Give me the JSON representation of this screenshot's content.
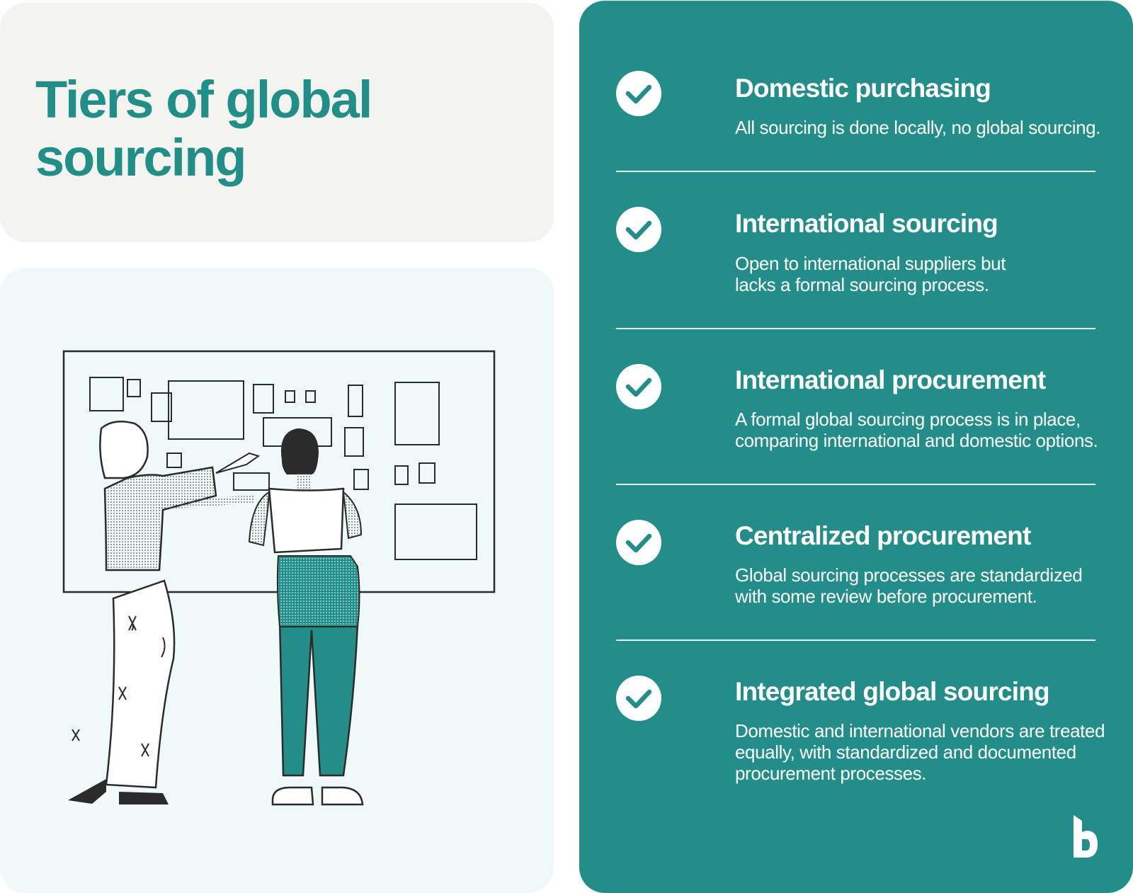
{
  "title": "Tiers of global sourcing",
  "colors": {
    "teal": "#238e89",
    "title_teal": "#218f88",
    "title_card_bg": "#f3f3ef",
    "illustration_bg": "#eef9f8",
    "check_fill": "#ffffff"
  },
  "illustration": {
    "description_icon": "two-people-at-board-illustration"
  },
  "tiers": [
    {
      "icon": "check-circle-icon",
      "heading": "Domestic purchasing",
      "description": "All sourcing is done locally, no global sourcing."
    },
    {
      "icon": "check-circle-icon",
      "heading": "International sourcing",
      "description": "Open to international suppliers but lacks a formal sourcing process."
    },
    {
      "icon": "check-circle-icon",
      "heading": "International procurement",
      "description": "A formal global sourcing process is in place, comparing international and domestic options."
    },
    {
      "icon": "check-circle-icon",
      "heading": "Centralized procurement",
      "description": "Global sourcing processes are standardized with some review before procurement."
    },
    {
      "icon": "check-circle-icon",
      "heading": "Integrated global sourcing",
      "description": "Domestic and international vendors are treated equally, with standardized and documented procurement processes."
    }
  ],
  "brand_logo": "b-logo-icon"
}
